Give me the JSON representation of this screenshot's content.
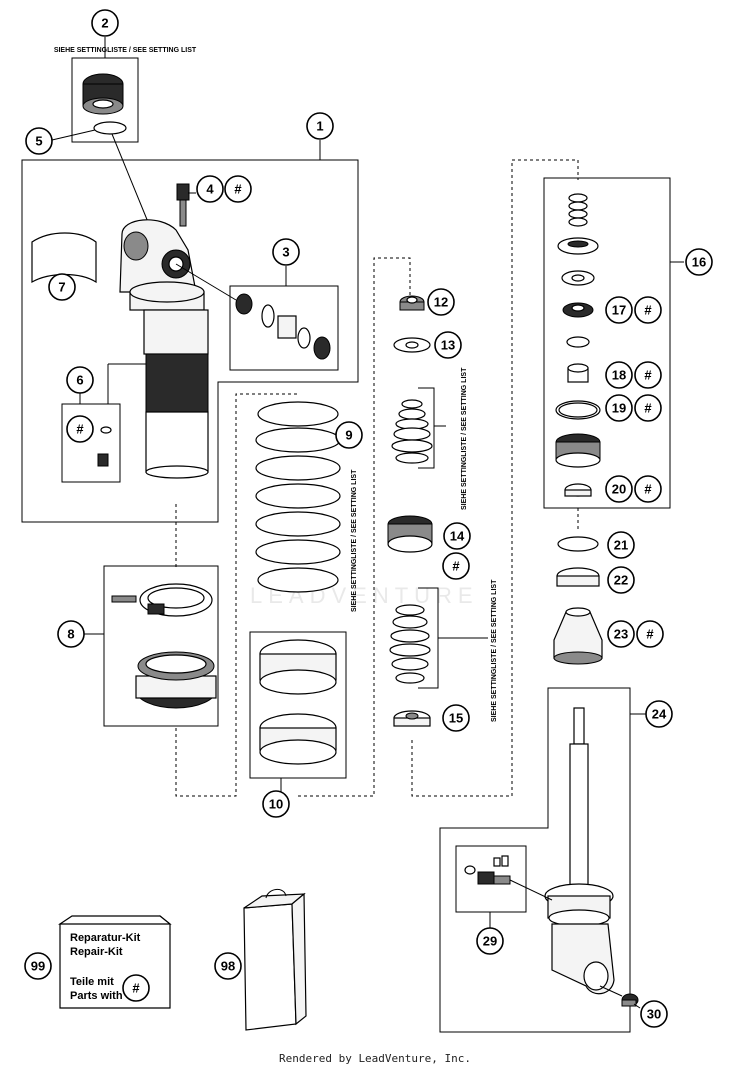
{
  "callouts": [
    "1",
    "2",
    "3",
    "4",
    "5",
    "6",
    "7",
    "8",
    "9",
    "10",
    "12",
    "13",
    "14",
    "15",
    "16",
    "17",
    "18",
    "19",
    "20",
    "21",
    "22",
    "23",
    "24",
    "29",
    "30",
    "98",
    "99"
  ],
  "hash_symbol": "#",
  "setting_list_label": "SIEHE SETTINGLISTE / SEE SETTING LIST",
  "setting_list_label_vertical": "SIEHE SETTINGLISTE / SEE SETTING LIST",
  "kit_box": {
    "line1": "Reparatur-Kit",
    "line2": "Repair-Kit",
    "line3": "Teile mit",
    "line4": "Parts with"
  },
  "watermark": "LEADVENTURE",
  "footer": "Rendered by LeadVenture, Inc."
}
